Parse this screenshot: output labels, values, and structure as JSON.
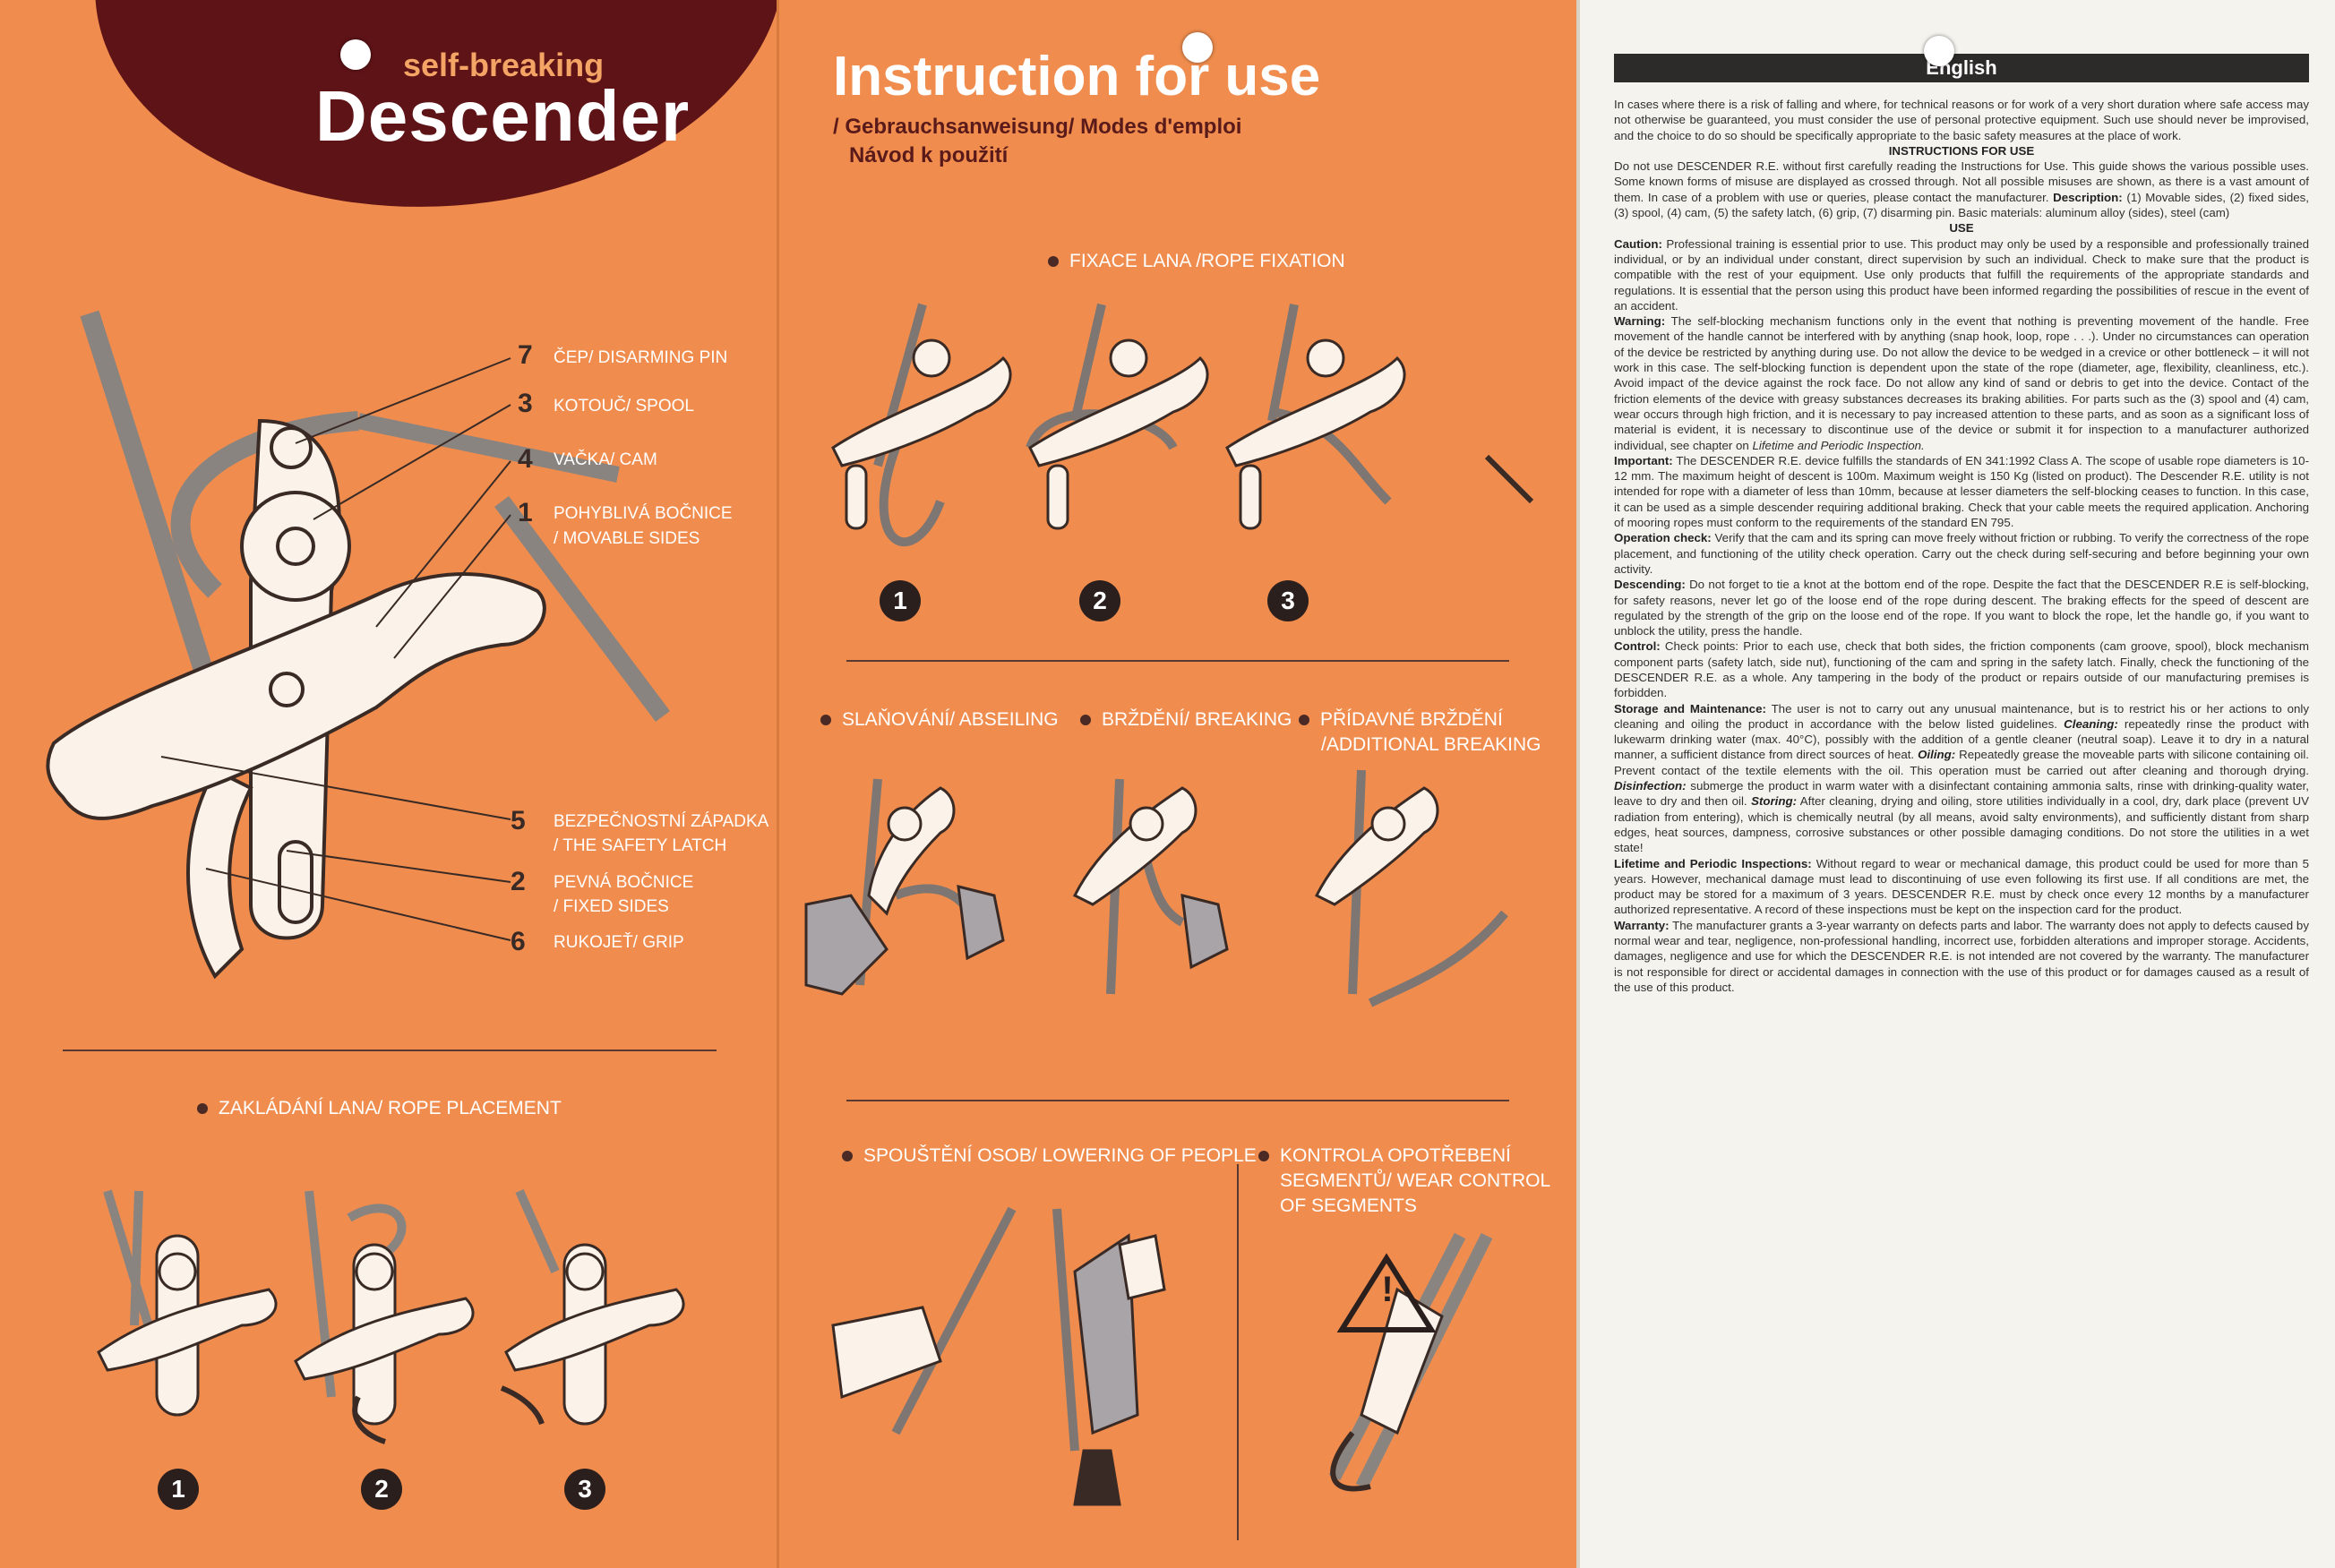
{
  "panel_left": {
    "logo_top": "self-breaking",
    "logo_main": "Descender",
    "parts": [
      {
        "num": "7",
        "label": "ČEP/ DISARMING PIN"
      },
      {
        "num": "3",
        "label": "KOTOUČ/ SPOOL"
      },
      {
        "num": "4",
        "label": "VAČKA/ CAM"
      },
      {
        "num": "1",
        "label": "POHYBLIVÁ BOČNICE",
        "label2": "/ MOVABLE SIDES"
      },
      {
        "num": "5",
        "label": "BEZPEČNOSTNÍ ZÁPADKA",
        "label2": "/ THE SAFETY LATCH"
      },
      {
        "num": "2",
        "label": "PEVNÁ BOČNICE",
        "label2": "/ FIXED SIDES"
      },
      {
        "num": "6",
        "label": "RUKOJEŤ/ GRIP"
      }
    ],
    "section_rope_placement": "ZAKLÁDÁNÍ LANA/ ROPE PLACEMENT",
    "steps": [
      "1",
      "2",
      "3"
    ]
  },
  "panel_middle": {
    "title": "Instruction for use",
    "subtitle1": "/ Gebrauchsanweisung/ Modes d'emploi",
    "subtitle2": "Návod k použití",
    "rope_fixation": "FIXACE LANA /ROPE FIXATION",
    "steps": [
      "1",
      "2",
      "3"
    ],
    "abseiling": "SLAŇOVÁNÍ/ ABSEILING",
    "breaking": "BRŽDĚNÍ/ BREAKING",
    "additional1": "PŘÍDAVNÉ BRŽDĚNÍ",
    "additional2": "/ADDITIONAL BREAKING",
    "lowering": "SPOUŠTĚNÍ OSOB/ LOWERING OF PEOPLE",
    "wear1": "KONTROLA OPOTŘEBENÍ",
    "wear2": "SEGMENTŮ/ WEAR CONTROL",
    "wear3": "OF SEGMENTS",
    "warning_icon": "!"
  },
  "panel_right": {
    "language": "English",
    "intro": "In cases where there is a risk of falling and where, for technical reasons or for work of a very short duration where safe access may not otherwise be guaranteed, you must consider the use of personal protective equipment. Such use should never be improvised, and the choice to do so should be specifically appropriate to the basic safety measures at the place of work.",
    "h_instructions": "INSTRUCTIONS FOR USE",
    "instructions": "Do not use DESCENDER R.E. without first carefully reading the Instructions for Use. This guide shows the various possible uses. Some known forms of misuse are displayed as crossed through. Not all possible misuses are shown, as there is a vast amount of them. In case of a problem with use or queries, please contact the manufacturer.",
    "description_label": "Description:",
    "description": "(1) Movable sides, (2) fixed sides, (3) spool, (4) cam, (5) the safety latch, (6) grip, (7) disarming pin. Basic materials: aluminum alloy (sides), steel (cam)",
    "h_use": "USE",
    "caution_label": "Caution:",
    "caution": "Professional training is essential prior to use. This product may only be used by a responsible and professionally trained individual, or by an individual under constant, direct supervision by such an individual. Check to make sure that the product is compatible with the rest of your equipment. Use only products that fulfill the requirements of the appropriate standards and regulations. It is essential that the person using this product have been informed regarding the possibilities of rescue in the event of an accident.",
    "warning_label": "Warning:",
    "warning": "The self-blocking mechanism functions only in the event that nothing is preventing movement of the handle. Free movement of the handle cannot be interfered with by anything (snap hook, loop, rope . . .). Under no circumstances can operation of the device be restricted by anything during use. Do not allow the device to be wedged in a crevice or other bottleneck – it will not work in this case. The self-blocking function is dependent upon the state of the rope (diameter, age, flexibility, cleanliness, etc.). Avoid impact of the device against the rock face. Do not allow any kind of sand or debris to get into the device. Contact of the friction elements of the device with greasy substances decreases its braking abilities. For parts such as the (3) spool and (4) cam, wear occurs through high friction, and it is necessary to pay increased attention to these parts, and as soon as a significant loss of material is evident, it is necessary to discontinue use of the device or submit it for inspection to a manufacturer authorized individual, see chapter on",
    "warning_ref": "Lifetime and Periodic Inspection.",
    "important_label": "Important:",
    "important": "The DESCENDER R.E. device fulfills the standards of EN 341:1992 Class A. The scope of usable rope diameters is 10-12 mm. The maximum height of descent is 100m. Maximum weight is 150 Kg (listed on product). The Descender R.E. utility is not intended for rope with a diameter of less than 10mm, because at lesser diameters the self-blocking ceases to function. In this case, it can be used as a simple descender requiring additional braking. Check that your cable meets the required application. Anchoring of mooring ropes must conform to the requirements of the standard EN 795.",
    "operation_label": "Operation check:",
    "operation": "Verify that the cam and its spring can move freely without friction or rubbing. To verify the correctness of the rope placement, and functioning of the utility check operation. Carry out the check during self-securing and before beginning your own activity.",
    "descending_label": "Descending:",
    "descending": "Do not forget to tie a knot at the bottom end of the rope. Despite the fact that the DESCENDER R.E is self-blocking, for safety reasons, never let go of the loose end of the rope during descent. The braking effects for the speed of descent are regulated by the strength of the grip on the loose end of the rope. If you want to block the rope, let the handle go, if you want to unblock the utility, press the handle.",
    "control_label": "Control:",
    "control": "Check points: Prior to each use, check that both sides, the friction components (cam groove, spool), block mechanism component parts (safety latch, side nut), functioning of the cam and spring in the safety latch. Finally, check the functioning of the DESCENDER R.E. as a whole. Any tampering in the body of the product or repairs outside of our manufacturing premises is forbidden.",
    "storage_label": "Storage and Maintenance:",
    "storage": "The user is not to carry out any unusual maintenance, but is to restrict his or her actions to only cleaning and oiling the product in accordance with the below listed guidelines.",
    "cleaning_label": "Cleaning:",
    "cleaning": "repeatedly rinse the product with lukewarm drinking water (max. 40°C), possibly with the addition of a gentle cleaner (neutral soap). Leave it to dry in a natural manner, a sufficient distance from direct sources of heat.",
    "oiling_label": "Oiling:",
    "oiling": "Repeatedly grease the moveable parts with silicone containing oil. Prevent contact of the textile elements with the oil. This operation must be carried out after cleaning and thorough drying.",
    "disinfection_label": "Disinfection:",
    "disinfection": "submerge the product in warm water with a disinfectant containing ammonia salts, rinse with drinking-quality water, leave to dry and then oil.",
    "storing_label": "Storing:",
    "storing": "After cleaning, drying and oiling, store utilities individually in a cool, dry, dark place (prevent UV radiation from entering), which is chemically neutral (by all means, avoid salty environments), and sufficiently distant from sharp edges, heat sources, dampness, corrosive substances or other possible damaging conditions. Do not store the utilities in a wet state!",
    "lifetime_label": "Lifetime and Periodic Inspections:",
    "lifetime": "Without regard to wear or mechanical damage, this product could be used for more than 5 years. However, mechanical damage must lead to discontinuing of use even following its first use. If all conditions are met, the product may be stored for a maximum of 3 years. DESCENDER R.E. must by check once every 12 months by a manufacturer authorized representative. A record of these inspections must be kept on the inspection card for the product.",
    "warranty_label": "Warranty:",
    "warranty": "The manufacturer grants a 3-year warranty on defects parts and labor. The warranty does not apply to defects caused by normal wear and tear, negligence, non-professional handling, incorrect use, forbidden alterations and improper storage. Accidents, damages, negligence and use for which the DESCENDER R.E. is not intended are not covered by the warranty. The manufacturer is not responsible for direct or accidental damages in connection with the use of this product or for damages caused as a result of the use of this product."
  }
}
